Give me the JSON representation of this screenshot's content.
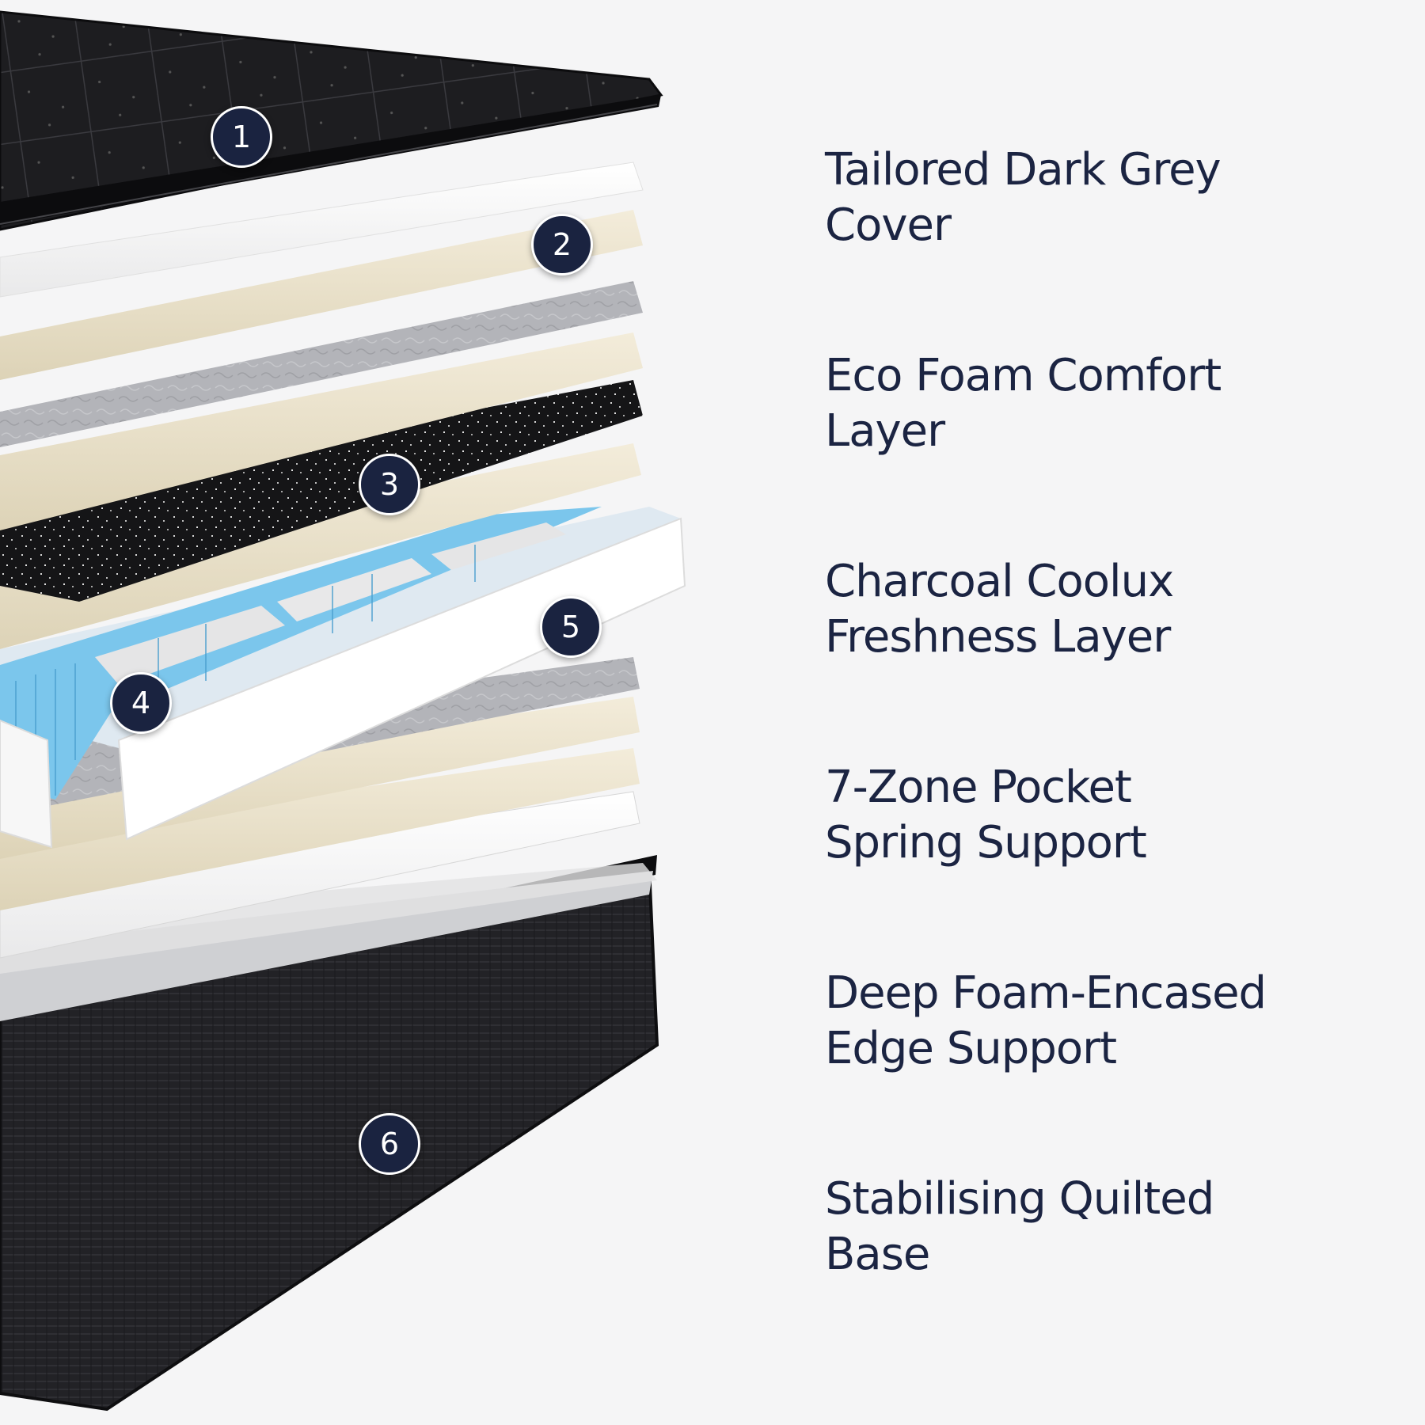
{
  "layers": [
    {
      "number": "1",
      "label": "Tailored Dark Grey Cover"
    },
    {
      "number": "2",
      "label": "Eco Foam Comfort Layer"
    },
    {
      "number": "3",
      "label": "Charcoal Coolux Freshness Layer"
    },
    {
      "number": "4",
      "label": "7-Zone Pocket Spring Support"
    },
    {
      "number": "5",
      "label": "Deep Foam-Encased Edge Support"
    },
    {
      "number": "6",
      "label": "Stabilising Quilted Base"
    }
  ],
  "colors": {
    "background": "#f5f5f6",
    "badge_fill": "#1a2340",
    "text": "#1b2442",
    "cover": "#1c1c1f",
    "foam_cream": "#ece4cf",
    "foam_white": "#fbfbfb",
    "foam_grey": "#b4b5ba",
    "charcoal": "#18181b",
    "spring_blue": "#6fc3ec",
    "spring_white": "#e7e7e7"
  }
}
